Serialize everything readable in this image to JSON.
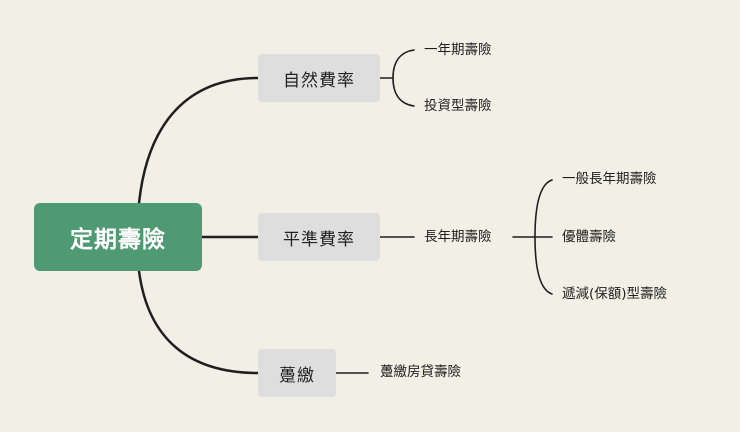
{
  "root": {
    "label": "定期壽險"
  },
  "branches": [
    {
      "label": "自然費率",
      "children": [
        "一年期壽險",
        "投資型壽險"
      ]
    },
    {
      "label": "平準費率",
      "child": "長年期壽險",
      "grandchildren": [
        "一般長年期壽險",
        "優體壽險",
        "遞減(保額)型壽險"
      ]
    },
    {
      "label": "躉繳",
      "child": "躉繳房貸壽險"
    }
  ],
  "colors": {
    "root_bg": "#4f9a72",
    "branch_bg": "#dedede",
    "line": "#1f1f1f",
    "background": "#f1efe6"
  }
}
